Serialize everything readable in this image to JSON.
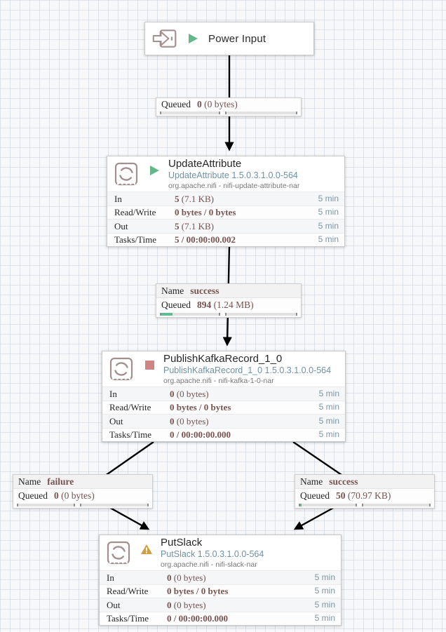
{
  "colors": {
    "running_green": "#62b888",
    "stopped_red": "#cf8383",
    "warning_amber": "#d19c42",
    "value_maroon": "#775351",
    "time_blue": "#7d97a5",
    "type_blue": "#6e91a5",
    "icon_mauve": "#a1908d",
    "queue_fill_green": "#5fbd96"
  },
  "input_port": {
    "title": "Power Input",
    "status": "running"
  },
  "processors": [
    {
      "title": "UpdateAttribute",
      "type": "UpdateAttribute 1.5.0.3.1.0.0-564",
      "bundle": "org.apache.nifi - nifi-update-attribute-nar",
      "status": "running",
      "stats": [
        {
          "key": "In",
          "value_bold": "5",
          "value_rest": " (7.1 KB)",
          "window": "5 min"
        },
        {
          "key": "Read/Write",
          "value_bold": "0 bytes / 0 bytes",
          "value_rest": "",
          "window": "5 min"
        },
        {
          "key": "Out",
          "value_bold": "5",
          "value_rest": " (7.1 KB)",
          "window": "5 min"
        },
        {
          "key": "Tasks/Time",
          "value_bold": "5 / 00:00:00.002",
          "value_rest": "",
          "window": "5 min"
        }
      ]
    },
    {
      "title": "PublishKafkaRecord_1_0",
      "type": "PublishKafkaRecord_1_0 1.5.0.3.1.0.0-564",
      "bundle": "org.apache.nifi - nifi-kafka-1-0-nar",
      "status": "stopped",
      "stats": [
        {
          "key": "In",
          "value_bold": "0",
          "value_rest": " (0 bytes)",
          "window": "5 min"
        },
        {
          "key": "Read/Write",
          "value_bold": "0 bytes / 0 bytes",
          "value_rest": "",
          "window": "5 min"
        },
        {
          "key": "Out",
          "value_bold": "0",
          "value_rest": " (0 bytes)",
          "window": "5 min"
        },
        {
          "key": "Tasks/Time",
          "value_bold": "0 / 00:00:00.000",
          "value_rest": "",
          "window": "5 min"
        }
      ]
    },
    {
      "title": "PutSlack",
      "type": "PutSlack 1.5.0.3.1.0.0-564",
      "bundle": "org.apache.nifi - nifi-slack-nar",
      "status": "warning",
      "stats": [
        {
          "key": "In",
          "value_bold": "0",
          "value_rest": " (0 bytes)",
          "window": "5 min"
        },
        {
          "key": "Read/Write",
          "value_bold": "0 bytes / 0 bytes",
          "value_rest": "",
          "window": "5 min"
        },
        {
          "key": "Out",
          "value_bold": "0",
          "value_rest": " (0 bytes)",
          "window": "5 min"
        },
        {
          "key": "Tasks/Time",
          "value_bold": "0 / 00:00:00.000",
          "value_rest": "",
          "window": "5 min"
        }
      ]
    }
  ],
  "connections": [
    {
      "queued_key": "Queued",
      "count": "0",
      "size": "(0 bytes)",
      "fill_pct": 0
    },
    {
      "name_key": "Name",
      "name": "success",
      "queued_key": "Queued",
      "count": "894",
      "size": "(1.24 MB)",
      "fill_pct": 20
    },
    {
      "name_key": "Name",
      "name": "failure",
      "queued_key": "Queued",
      "count": "0",
      "size": "(0 bytes)",
      "fill_pct": 0
    },
    {
      "name_key": "Name",
      "name": "success",
      "queued_key": "Queued",
      "count": "50",
      "size": "(70.97 KB)",
      "fill_pct": 3
    }
  ]
}
